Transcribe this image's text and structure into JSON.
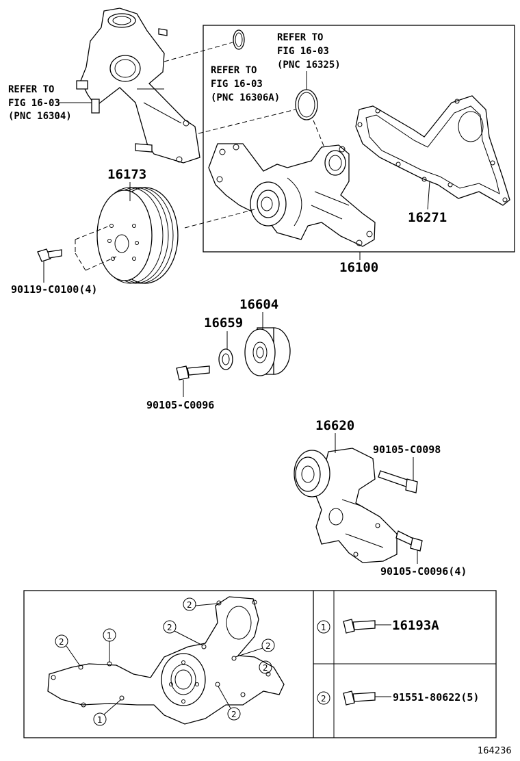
{
  "refs": {
    "ref_16304": [
      "REFER TO",
      "FIG 16-03",
      "(PNC 16304)"
    ],
    "ref_16306a": [
      "REFER TO",
      "FIG 16-03",
      "(PNC 16306A)"
    ],
    "ref_16325": [
      "REFER TO",
      "FIG 16-03",
      "(PNC 16325)"
    ]
  },
  "parts": {
    "p16173": "16173",
    "p16271": "16271",
    "p16100": "16100",
    "p90119": "90119-C0100(4)",
    "p16604": "16604",
    "p16659": "16659",
    "p90105a": "90105-C0096",
    "p16620": "16620",
    "p90105b": "90105-C0098",
    "p90105c": "90105-C0096(4)"
  },
  "legend": {
    "marker_1": "1",
    "marker_2": "2",
    "part_1": "16193A",
    "part_2": "91551-80622(5)"
  },
  "figure_number": "164236"
}
